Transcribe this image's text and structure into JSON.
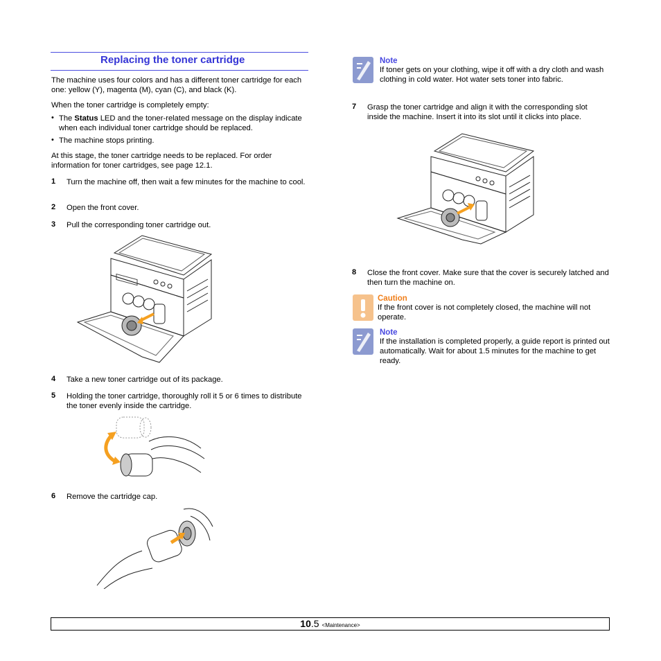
{
  "section": {
    "title": "Replacing the toner cartridge"
  },
  "intro": "The machine uses four colors and has a different toner cartridge for each one: yellow (Y), magenta (M), cyan (C), and black (K).",
  "empty_intro": "When the toner cartridge is completely empty:",
  "bullets": [
    {
      "prefix": "The ",
      "bold": "Status",
      "rest": " LED and the toner-related message on the display indicate when each individual toner cartridge should be replaced."
    },
    {
      "text": "The machine stops printing."
    }
  ],
  "stage_text": "At this stage, the toner cartridge needs to be replaced. For order information for toner cartridges, see page 12.1.",
  "steps": [
    {
      "num": "1",
      "text": "Turn the machine off, then wait a few minutes for the machine to cool."
    },
    {
      "num": "2",
      "text": "Open the front cover."
    },
    {
      "num": "3",
      "text": "Pull the corresponding toner cartridge out."
    },
    {
      "num": "4",
      "text": "Take a new toner cartridge out of its package."
    },
    {
      "num": "5",
      "text": "Holding the toner cartridge, thoroughly roll it 5 or 6 times to distribute the toner evenly inside the cartridge."
    },
    {
      "num": "6",
      "text": "Remove the cartridge cap."
    },
    {
      "num": "7",
      "text": "Grasp the toner cartridge and align it with the corresponding slot inside the machine. Insert it into its slot until it clicks into place."
    },
    {
      "num": "8",
      "text": "Close the front cover. Make sure that the cover is securely latched and then turn the machine on."
    }
  ],
  "note1": {
    "label": "Note",
    "text": "If toner gets on your clothing, wipe it off with a dry cloth and wash clothing in cold water. Hot water sets toner into fabric."
  },
  "caution": {
    "label": "Caution",
    "text": "If the front cover is not completely closed, the machine will not operate."
  },
  "note2": {
    "label": "Note",
    "text": "If the installation is completed properly, a guide report is printed out automatically. Wait for about 1.5 minutes for the machine to get ready."
  },
  "footer": {
    "chapter": "10",
    "page": ".5",
    "section": "<Maintenance>"
  },
  "colors": {
    "heading": "#3535d6",
    "note": "#4848e0",
    "caution": "#f07f1a",
    "accent_arrow": "#f5a020"
  },
  "icons": [
    "note-icon",
    "caution-icon"
  ]
}
